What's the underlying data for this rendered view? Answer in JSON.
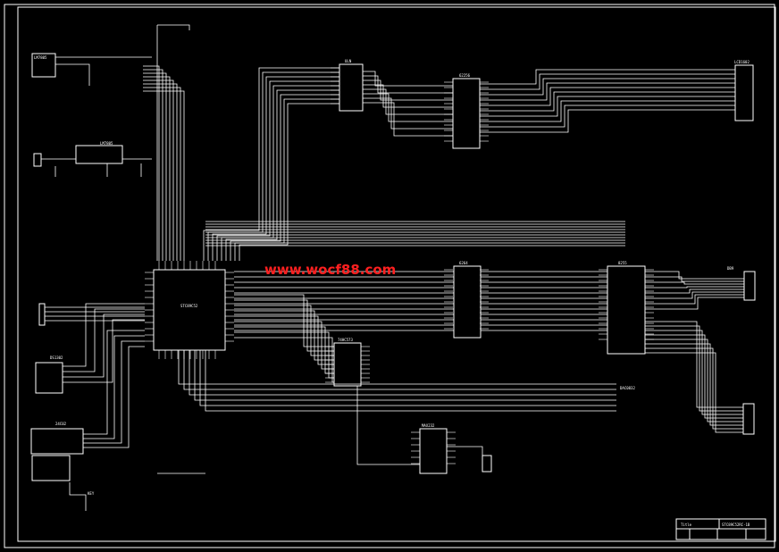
{
  "labels": {
    "u1": "LM7805",
    "reg": "LM7805",
    "mcu": "STC89C52",
    "u_top": "ULN",
    "u_ram": "62256",
    "u_latch": "74HC573",
    "u_dac": "DAC0832",
    "u_mid": "6264",
    "u_bot": "8255",
    "u_rtc": "DS1302",
    "u_eeprom": "24C02",
    "u_lcd": "LCD1602",
    "u_max": "MAX232",
    "u_conn": "DB9",
    "u_sw": "KEY",
    "title_block": "Title",
    "title_block2": "STC89C52RC-1B"
  },
  "watermark": "www.wocf88.com",
  "colors": {
    "line": "#ffffff",
    "watermark": "#ff2020",
    "bg": "#000000"
  }
}
